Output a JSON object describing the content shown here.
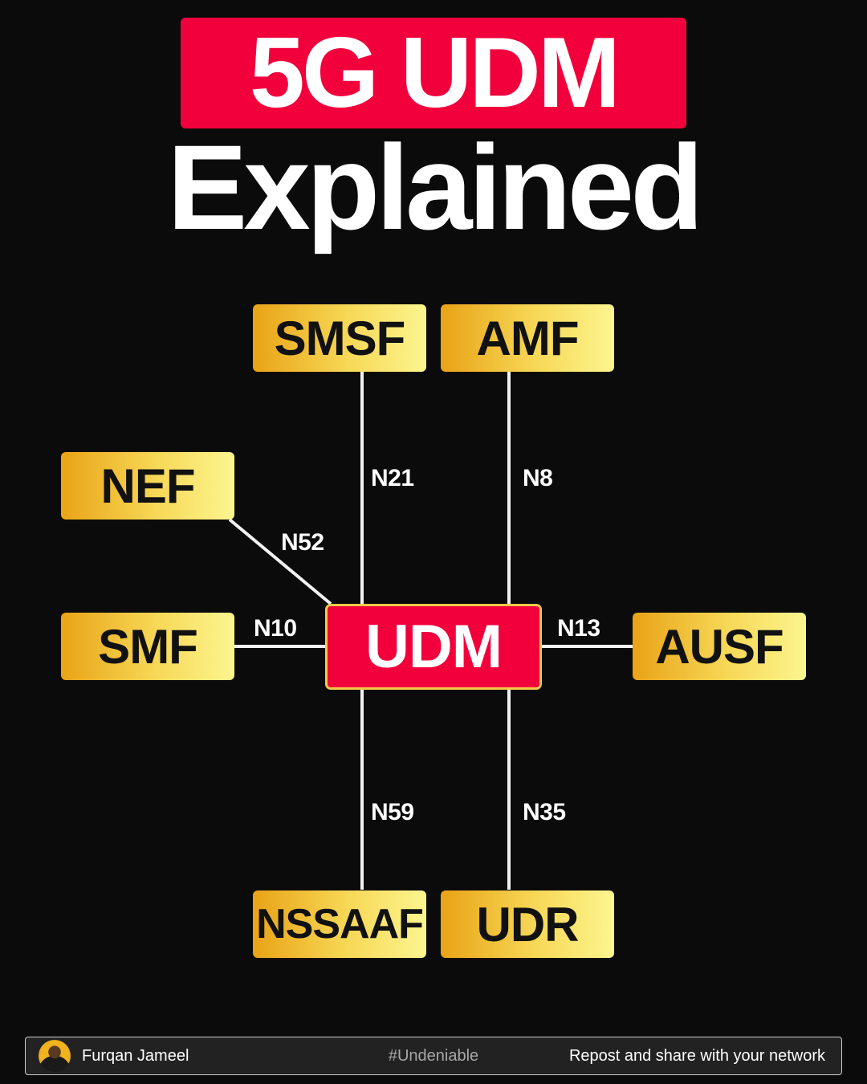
{
  "title": {
    "highlight": "5G UDM",
    "main": "Explained"
  },
  "diagram": {
    "center": "UDM",
    "nodes": {
      "smsf": "SMSF",
      "amf": "AMF",
      "nef": "NEF",
      "smf": "SMF",
      "ausf": "AUSF",
      "nssaaf": "NSSAAF",
      "udr": "UDR"
    },
    "interfaces": {
      "n21": "N21",
      "n8": "N8",
      "n52": "N52",
      "n10": "N10",
      "n13": "N13",
      "n59": "N59",
      "n35": "N35"
    }
  },
  "colors": {
    "background": "#0b0b0b",
    "accent_red": "#f2003c",
    "node_gold_start": "#e9a316",
    "node_gold_end": "#fcf58f"
  },
  "footer": {
    "author": "Furqan Jameel",
    "hashtag": "#Undeniable",
    "cta": "Repost and share with your network"
  }
}
